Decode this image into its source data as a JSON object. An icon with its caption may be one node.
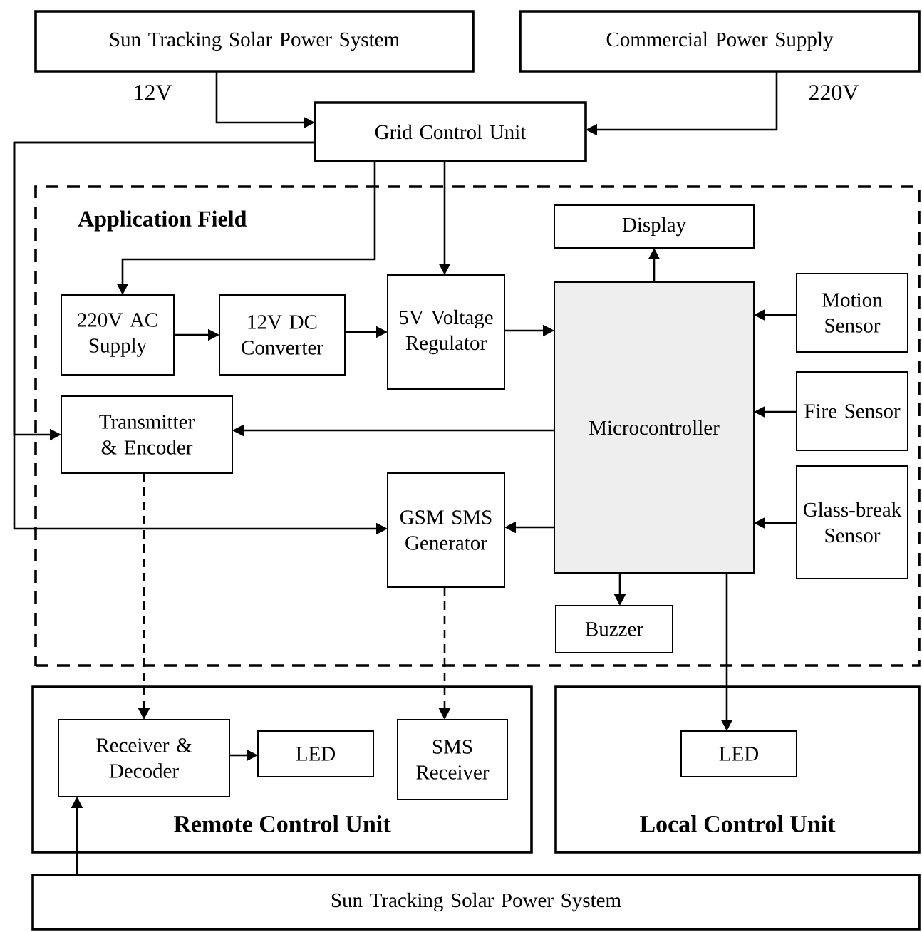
{
  "diagram": {
    "nodes": [
      {
        "text": [
          "Sun Tracking Solar Power System"
        ],
        "beside": [
          "12V"
        ]
      },
      {
        "text": [
          "Commercial Power Supply"
        ],
        "beside": [
          "220V"
        ]
      },
      {
        "text": [
          "Grid Control Unit"
        ]
      },
      {
        "text": [
          "Application Field"
        ]
      },
      {
        "text": [
          "Display"
        ],
        "in": 3
      },
      {
        "text": [
          "220V AC Supply"
        ],
        "in": 3
      },
      {
        "text": [
          "12V DC Converter"
        ],
        "in": 3
      },
      {
        "text": [
          "5V Voltage Regulator"
        ],
        "in": 3
      },
      {
        "text": [
          "Microcontroller"
        ],
        "in": 3
      },
      {
        "text": [
          "Motion Sensor"
        ],
        "in": 3
      },
      {
        "text": [
          "Fire Sensor"
        ],
        "in": 3
      },
      {
        "text": [
          "Glass-break Sensor"
        ],
        "in": 3
      },
      {
        "text": [
          "Transmitter & Encoder"
        ],
        "in": 3
      },
      {
        "text": [
          "GSM SMS Generator"
        ],
        "in": 3
      },
      {
        "text": [
          "Buzzer"
        ],
        "in": 3
      },
      {
        "text": [
          "Remote Control Unit"
        ]
      },
      {
        "text": [
          "Receiver & Decoder"
        ],
        "in": 15
      },
      {
        "text": [
          "LED"
        ],
        "in": 15
      },
      {
        "text": [
          "SMS Receiver"
        ],
        "in": 15
      },
      {
        "text": [
          "Local Control Unit"
        ]
      },
      {
        "text": [
          "LED"
        ],
        "in": 19
      },
      {
        "text": [
          "Sun Tracking Solar Power System"
        ]
      }
    ],
    "edges": [
      {
        "from": 0,
        "to": 2,
        "arrow": "to"
      },
      {
        "from": 1,
        "to": 2,
        "arrow": "to"
      },
      {
        "from": 2,
        "to": 5,
        "arrow": "to"
      },
      {
        "from": 2,
        "to": 7,
        "arrow": "to"
      },
      {
        "from": 2,
        "to": 12,
        "arrow": "to"
      },
      {
        "from": 2,
        "to": 13,
        "arrow": "to"
      },
      {
        "from": 5,
        "to": 6,
        "arrow": "to"
      },
      {
        "from": 6,
        "to": 7,
        "arrow": "to"
      },
      {
        "from": 7,
        "to": 8,
        "arrow": "to"
      },
      {
        "from": 8,
        "to": 4,
        "arrow": "to"
      },
      {
        "from": 9,
        "to": 8,
        "arrow": "to"
      },
      {
        "from": 10,
        "to": 8,
        "arrow": "to"
      },
      {
        "from": 11,
        "to": 8,
        "arrow": "to"
      },
      {
        "from": 8,
        "to": 12,
        "arrow": "to"
      },
      {
        "from": 8,
        "to": 13,
        "arrow": "to"
      },
      {
        "from": 8,
        "to": 14,
        "arrow": "to"
      },
      {
        "from": 8,
        "to": 20,
        "arrow": "to"
      },
      {
        "from": 12,
        "to": 16,
        "arrow": "to",
        "style": "dashed"
      },
      {
        "from": 13,
        "to": 18,
        "arrow": "to",
        "style": "dashed"
      },
      {
        "from": 16,
        "to": 17,
        "arrow": "to"
      },
      {
        "from": 21,
        "to": 16,
        "arrow": "to"
      }
    ]
  }
}
